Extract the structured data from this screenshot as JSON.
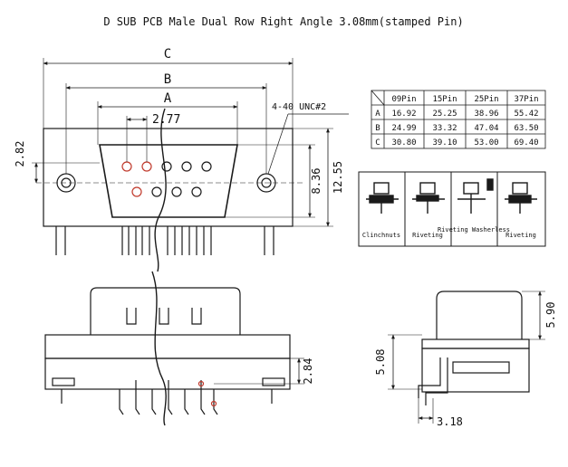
{
  "title": "D SUB PCB Male Dual Row Right Angle 3.08mm(stamped Pin)",
  "dims": {
    "C": "C",
    "B": "B",
    "A": "A",
    "pitch": "2.77",
    "hole": "4-40 UNC#2",
    "left_height": "2.82",
    "inner_height": "8.36",
    "outer_height": "12.55",
    "front_pin": "2.84",
    "side_top": "5.90",
    "side_mid": "5.08",
    "side_bottom": "3.18"
  },
  "size_table": {
    "headers": [
      "",
      "09Pin",
      "15Pin",
      "25Pin",
      "37Pin"
    ],
    "rows": [
      [
        "A",
        "16.92",
        "25.25",
        "38.96",
        "55.42"
      ],
      [
        "B",
        "24.99",
        "33.32",
        "47.04",
        "63.50"
      ],
      [
        "C",
        "30.80",
        "39.10",
        "53.00",
        "69.40"
      ]
    ]
  },
  "options": [
    {
      "label": "Clinchnuts"
    },
    {
      "label": "Riveting"
    },
    {
      "label": "Riveting Washerless"
    },
    {
      "label": "Riveting"
    }
  ],
  "colors": {
    "line": "#1a1a1a",
    "pin_mark": "#c0392b"
  }
}
